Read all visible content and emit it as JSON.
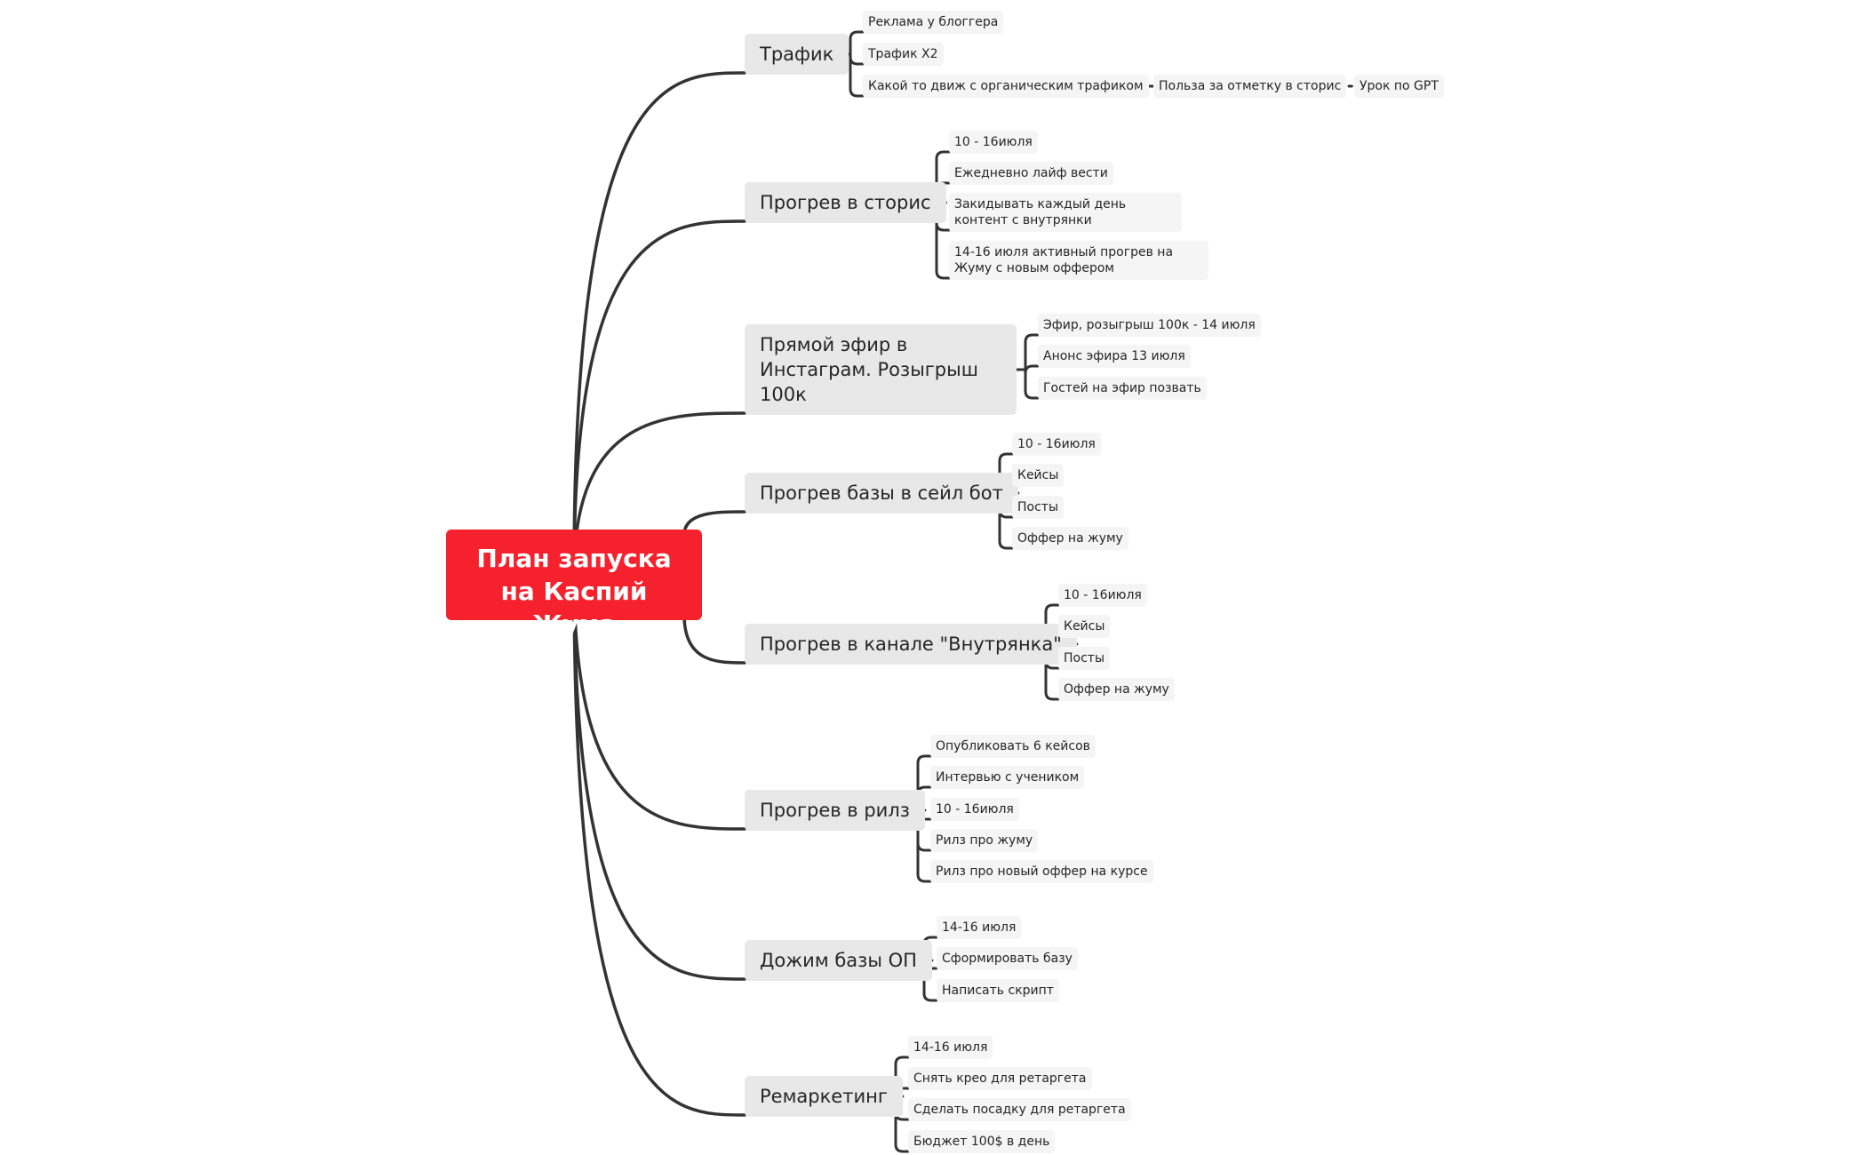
{
  "root": {
    "title": "План запуска на Каспий Жума"
  },
  "branches": [
    {
      "label": "Трафик",
      "items": [
        {
          "label": "Реклама у блоггера"
        },
        {
          "label": "Трафик Х2"
        },
        {
          "label": "Какой то движ с органическим трафиком",
          "chain": [
            "Польза за отметку в сторис",
            "Урок по GPT"
          ]
        }
      ]
    },
    {
      "label": "Прогрев в сторис",
      "items": [
        {
          "label": "10 - 16июля"
        },
        {
          "label": "Ежедневно лайф вести"
        },
        {
          "label": "Закидывать каждый день контент с внутрянки"
        },
        {
          "label": "14-16 июля активный прогрев на Жуму с новым оффером"
        }
      ]
    },
    {
      "label": "Прямой эфир в Инстаграм. Розыгрыш 100к",
      "items": [
        {
          "label": "Эфир, розыгрыш 100к - 14 июля"
        },
        {
          "label": "Анонс эфира 13 июля"
        },
        {
          "label": "Гостей на эфир позвать"
        }
      ]
    },
    {
      "label": "Прогрев базы в сейл бот",
      "items": [
        {
          "label": "10 - 16июля"
        },
        {
          "label": "Кейсы"
        },
        {
          "label": "Посты"
        },
        {
          "label": "Оффер на жуму"
        }
      ]
    },
    {
      "label": "Прогрев в канале \"Внутрянка\"",
      "items": [
        {
          "label": "10 - 16июля"
        },
        {
          "label": "Кейсы"
        },
        {
          "label": "Посты"
        },
        {
          "label": "Оффер на жуму"
        }
      ]
    },
    {
      "label": "Прогрев в рилз",
      "items": [
        {
          "label": "Опубликовать 6 кейсов"
        },
        {
          "label": "Интервью с учеником"
        },
        {
          "label": "10 - 16июля"
        },
        {
          "label": "Рилз про жуму"
        },
        {
          "label": "Рилз про новый оффер на курсе"
        }
      ]
    },
    {
      "label": "Дожим базы ОП",
      "items": [
        {
          "label": "14-16 июля"
        },
        {
          "label": "Сформировать базу"
        },
        {
          "label": "Написать скрипт"
        }
      ]
    },
    {
      "label": "Ремаркетинг",
      "items": [
        {
          "label": "14-16 июля"
        },
        {
          "label": "Снять крео для ретаргета"
        },
        {
          "label": "Сделать посадку для ретаргета"
        },
        {
          "label": "Бюджет 100$ в день"
        }
      ]
    }
  ],
  "colors": {
    "root_fill": "#f5222d",
    "root_text": "#ffffff",
    "branch_fill": "#e8e8e8",
    "leaf_fill": "#f5f5f5",
    "text": "#262626",
    "line": "#333333"
  }
}
